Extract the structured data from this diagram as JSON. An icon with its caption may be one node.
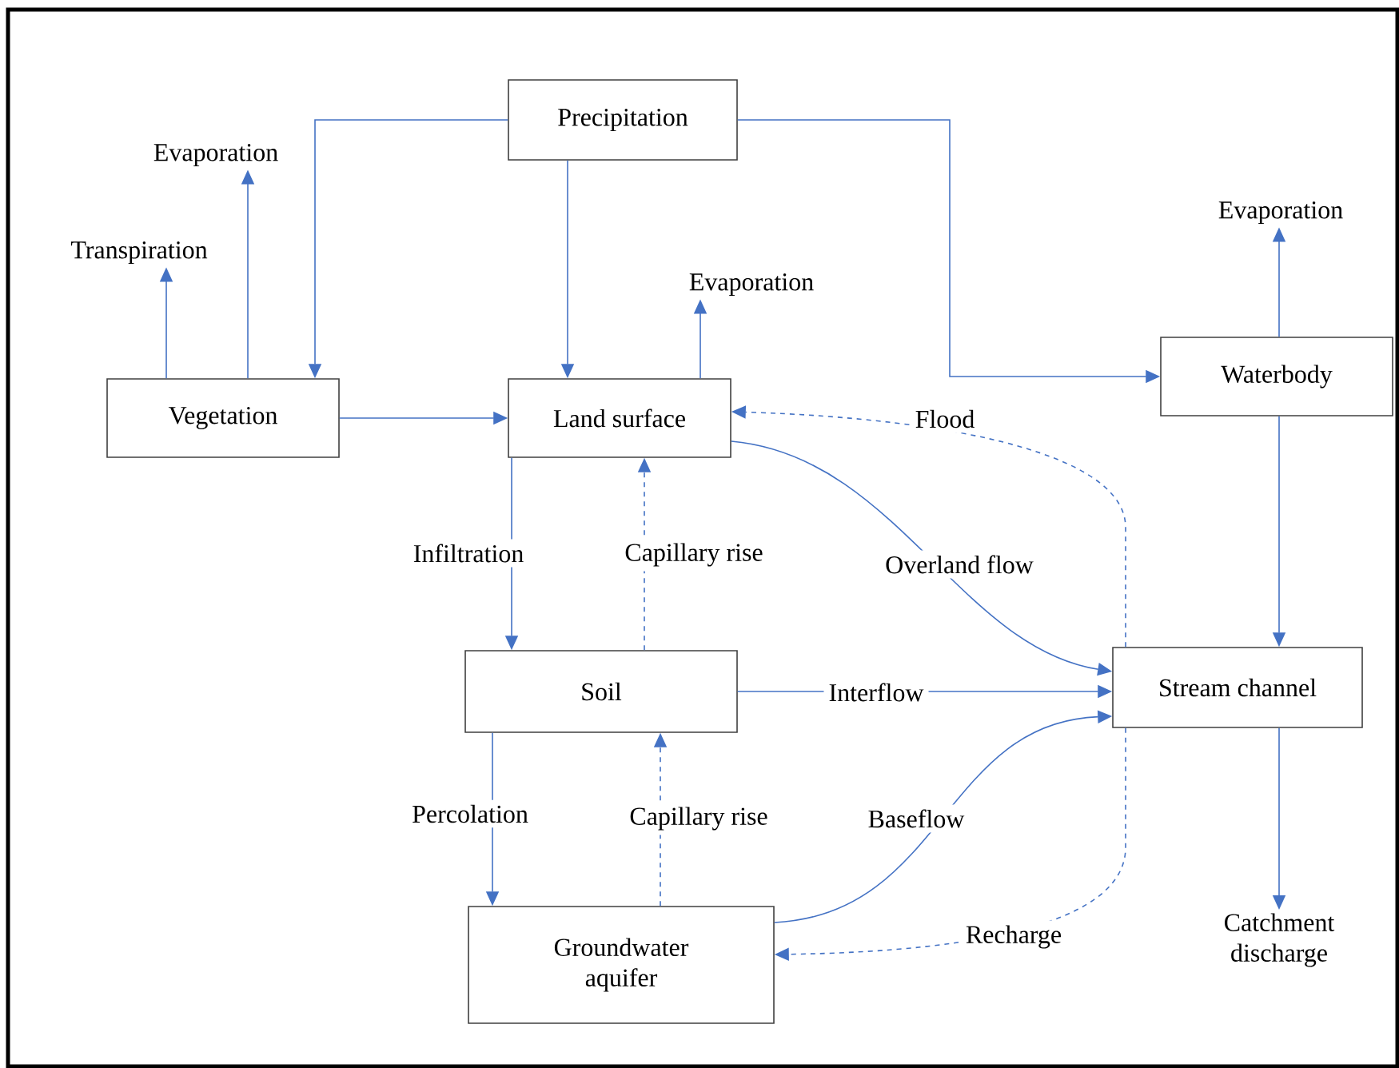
{
  "diagram": {
    "nodes": [
      {
        "text": [
          "Precipitation"
        ]
      },
      {
        "text": [
          "Evaporation"
        ]
      },
      {
        "text": [
          "Transpiration"
        ]
      },
      {
        "text": [
          "Evaporation"
        ]
      },
      {
        "text": [
          "Evaporation"
        ]
      },
      {
        "text": [
          "Vegetation"
        ]
      },
      {
        "text": [
          "Land surface"
        ]
      },
      {
        "text": [
          "Waterbody"
        ]
      },
      {
        "text": [
          "Soil"
        ]
      },
      {
        "text": [
          "Stream channel"
        ]
      },
      {
        "text": [
          "Groundwater aquifer"
        ]
      },
      {
        "text": [
          "Catchment discharge"
        ]
      }
    ],
    "edges": [
      {
        "from": 0,
        "to": 5,
        "arrow": "to"
      },
      {
        "from": 0,
        "to": 6,
        "arrow": "to"
      },
      {
        "from": 0,
        "to": 7,
        "arrow": "to"
      },
      {
        "from": 5,
        "to": 2,
        "arrow": "to"
      },
      {
        "from": 5,
        "to": 1,
        "arrow": "to"
      },
      {
        "from": 5,
        "to": 6,
        "arrow": "to"
      },
      {
        "from": 6,
        "to": 3,
        "arrow": "to"
      },
      {
        "from": 7,
        "to": 4,
        "arrow": "to"
      },
      {
        "from": 6,
        "to": 8,
        "arrow": "to",
        "label": "Infiltration"
      },
      {
        "from": 8,
        "to": 6,
        "arrow": "to",
        "label": "Capillary rise",
        "style": "dashed"
      },
      {
        "from": 6,
        "to": 9,
        "arrow": "to",
        "label": "Overland flow"
      },
      {
        "from": 9,
        "to": 6,
        "arrow": "to",
        "label": "Flood",
        "style": "dashed"
      },
      {
        "from": 8,
        "to": 9,
        "arrow": "to",
        "label": "Interflow"
      },
      {
        "from": 10,
        "to": 8,
        "arrow": "to",
        "label": "Capillary rise",
        "style": "dashed"
      },
      {
        "from": 8,
        "to": 10,
        "arrow": "to",
        "label": "Percolation"
      },
      {
        "from": 10,
        "to": 9,
        "arrow": "to",
        "label": "Baseflow"
      },
      {
        "from": 9,
        "to": 10,
        "arrow": "to",
        "label": "Recharge",
        "style": "dashed"
      },
      {
        "from": 7,
        "to": 9,
        "arrow": "to"
      },
      {
        "from": 9,
        "to": 11,
        "arrow": "to"
      }
    ]
  }
}
